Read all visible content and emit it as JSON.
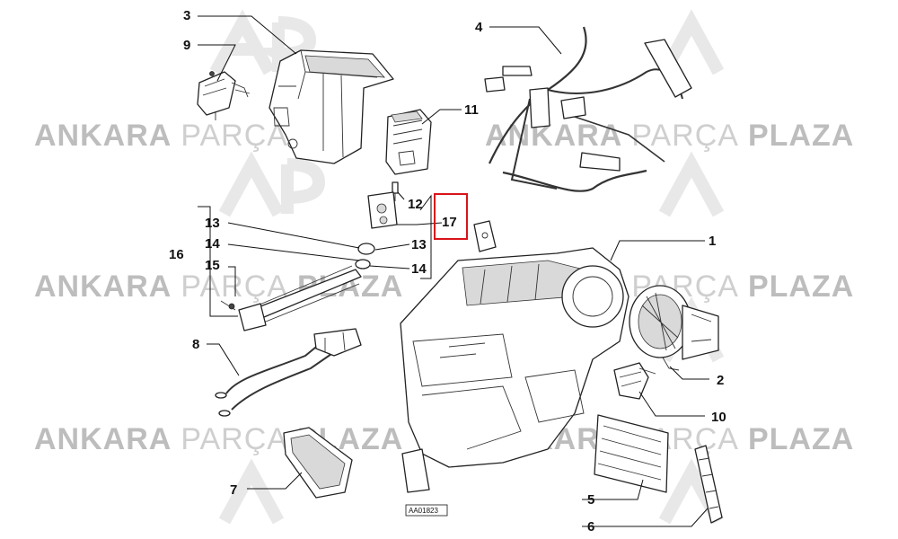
{
  "watermark": {
    "word1": "ANKARA",
    "word2": "PARÇA",
    "word3": "PLAZA"
  },
  "reference_code": "AA01823",
  "callouts": {
    "c1": "1",
    "c2": "2",
    "c3": "3",
    "c4": "4",
    "c5": "5",
    "c6": "6",
    "c7": "7",
    "c8": "8",
    "c9": "9",
    "c10": "10",
    "c11": "11",
    "c12": "12",
    "c13a": "13",
    "c13b": "13",
    "c14a": "14",
    "c14b": "14",
    "c15": "15",
    "c16": "16",
    "c17": "17"
  },
  "colors": {
    "highlight": "#d9141b",
    "watermark_dark": "#bdbdbd",
    "watermark_light": "#cfcfcf"
  }
}
